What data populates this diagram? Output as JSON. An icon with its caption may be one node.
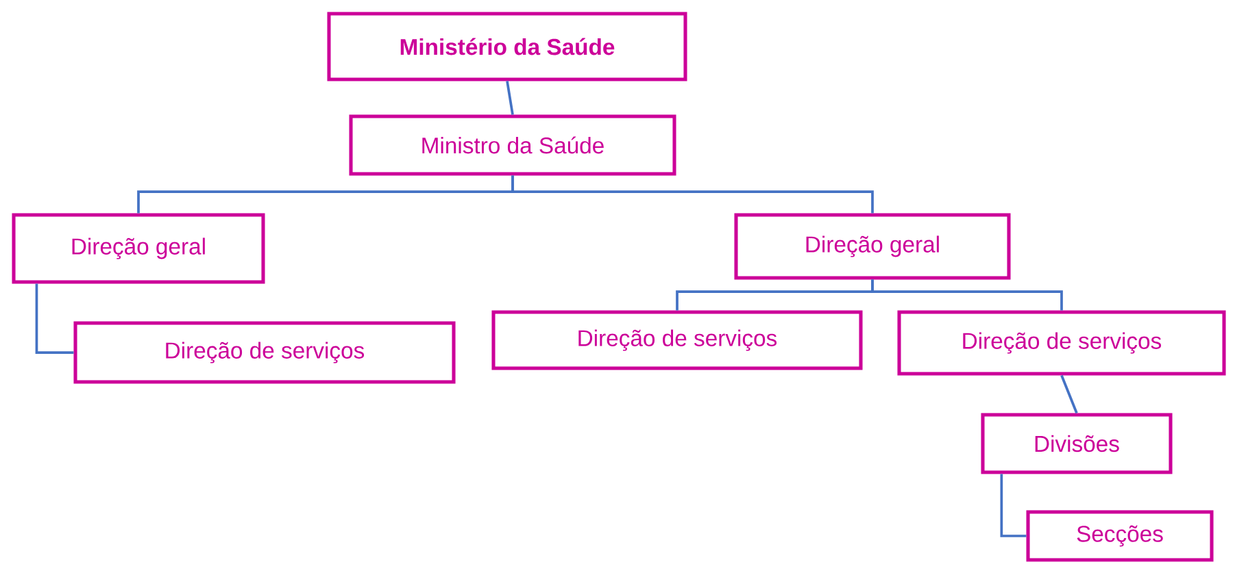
{
  "diagram": {
    "nodes": [
      {
        "text": [
          "Ministério da Saúde"
        ]
      },
      {
        "text": [
          "Ministro da Saúde"
        ]
      },
      {
        "text": [
          "Direção geral"
        ]
      },
      {
        "text": [
          "Direção de serviços"
        ]
      },
      {
        "text": [
          "Direção geral"
        ]
      },
      {
        "text": [
          "Direção de serviços"
        ]
      },
      {
        "text": [
          "Direção de serviços"
        ]
      },
      {
        "text": [
          "Divisões"
        ]
      },
      {
        "text": [
          "Secções"
        ]
      }
    ],
    "edges": [
      {
        "from": 0,
        "to": 1,
        "arrow": "none"
      },
      {
        "from": 1,
        "to": 2,
        "arrow": "none"
      },
      {
        "from": 1,
        "to": 4,
        "arrow": "none"
      },
      {
        "from": 2,
        "to": 3,
        "arrow": "none"
      },
      {
        "from": 4,
        "to": 5,
        "arrow": "none"
      },
      {
        "from": 4,
        "to": 6,
        "arrow": "none"
      },
      {
        "from": 6,
        "to": 7,
        "arrow": "none"
      },
      {
        "from": 7,
        "to": 8,
        "arrow": "none"
      }
    ]
  }
}
